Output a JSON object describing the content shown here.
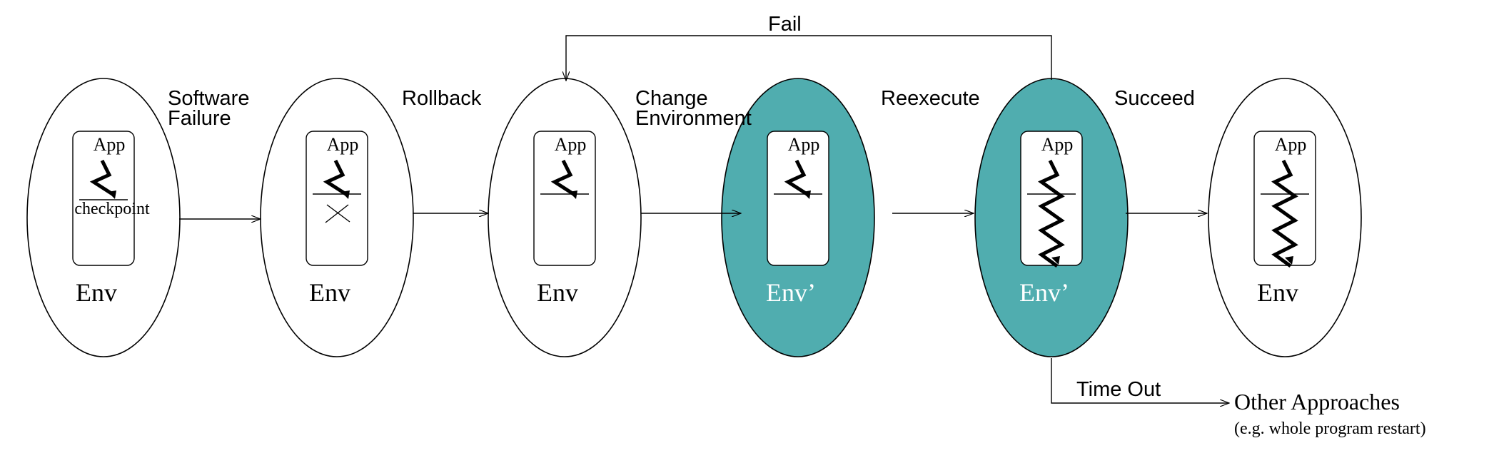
{
  "colors": {
    "stroke": "#000000",
    "teal": "#50adaf",
    "white": "#ffffff"
  },
  "stages": [
    {
      "app": "App",
      "env": "Env",
      "checkpoint": "checkpoint",
      "filled": false,
      "zigzag": "short",
      "crossed": false
    },
    {
      "app": "App",
      "env": "Env",
      "filled": false,
      "zigzag": "short",
      "crossed": true
    },
    {
      "app": "App",
      "env": "Env",
      "filled": false,
      "zigzag": "short",
      "crossed": false
    },
    {
      "app": "App",
      "env": "Env’",
      "filled": true,
      "zigzag": "short",
      "crossed": false
    },
    {
      "app": "App",
      "env": "Env’",
      "filled": true,
      "zigzag": "long",
      "crossed": false
    },
    {
      "app": "App",
      "env": "Env",
      "filled": false,
      "zigzag": "long",
      "crossed": false
    }
  ],
  "transitions": {
    "software_failure": [
      "Software",
      "Failure"
    ],
    "rollback": "Rollback",
    "change_environment": [
      "Change",
      "Environment"
    ],
    "reexecute": "Reexecute",
    "succeed": "Succeed",
    "fail": "Fail",
    "time_out": "Time Out"
  },
  "other": {
    "title": "Other Approaches",
    "note": "(e.g. whole program restart)"
  }
}
